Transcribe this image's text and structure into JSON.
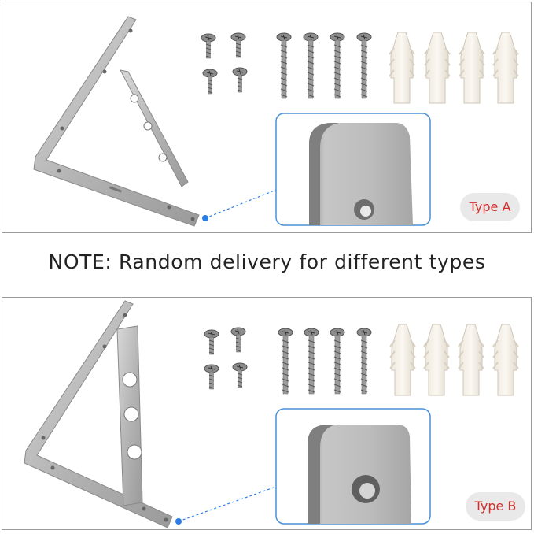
{
  "note_text": "NOTE: Random delivery for different types",
  "panels": [
    {
      "label": "Type A"
    },
    {
      "label": "Type B"
    }
  ],
  "colors": {
    "frame_border": "#9a9a9a",
    "zoom_border": "#4a90d9",
    "leader_dot": "#2b7de9",
    "badge_text": "#d0302b",
    "badge_bg": "#e9e9e9"
  }
}
